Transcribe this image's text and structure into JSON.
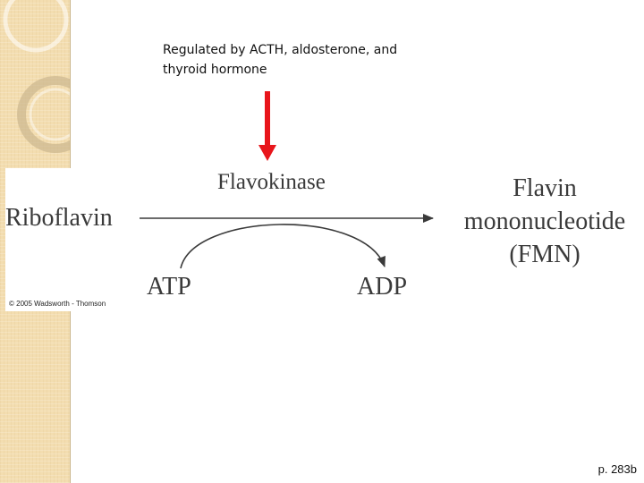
{
  "note": {
    "text": "Regulated by ACTH, aldosterone, and thyroid hormone"
  },
  "reaction": {
    "enzyme": "Flavokinase",
    "substrate": "Riboflavin",
    "product": "Flavin mononucleotide (FMN)",
    "cofactor_in": "ATP",
    "cofactor_out": "ADP"
  },
  "copyright": "© 2005 Wadsworth - Thomson",
  "page_ref": "p. 283b",
  "colors": {
    "regulation_arrow": "#e8151b",
    "reaction_arrow": "#3a3a3a",
    "side_strip": "#f3ddb0"
  }
}
